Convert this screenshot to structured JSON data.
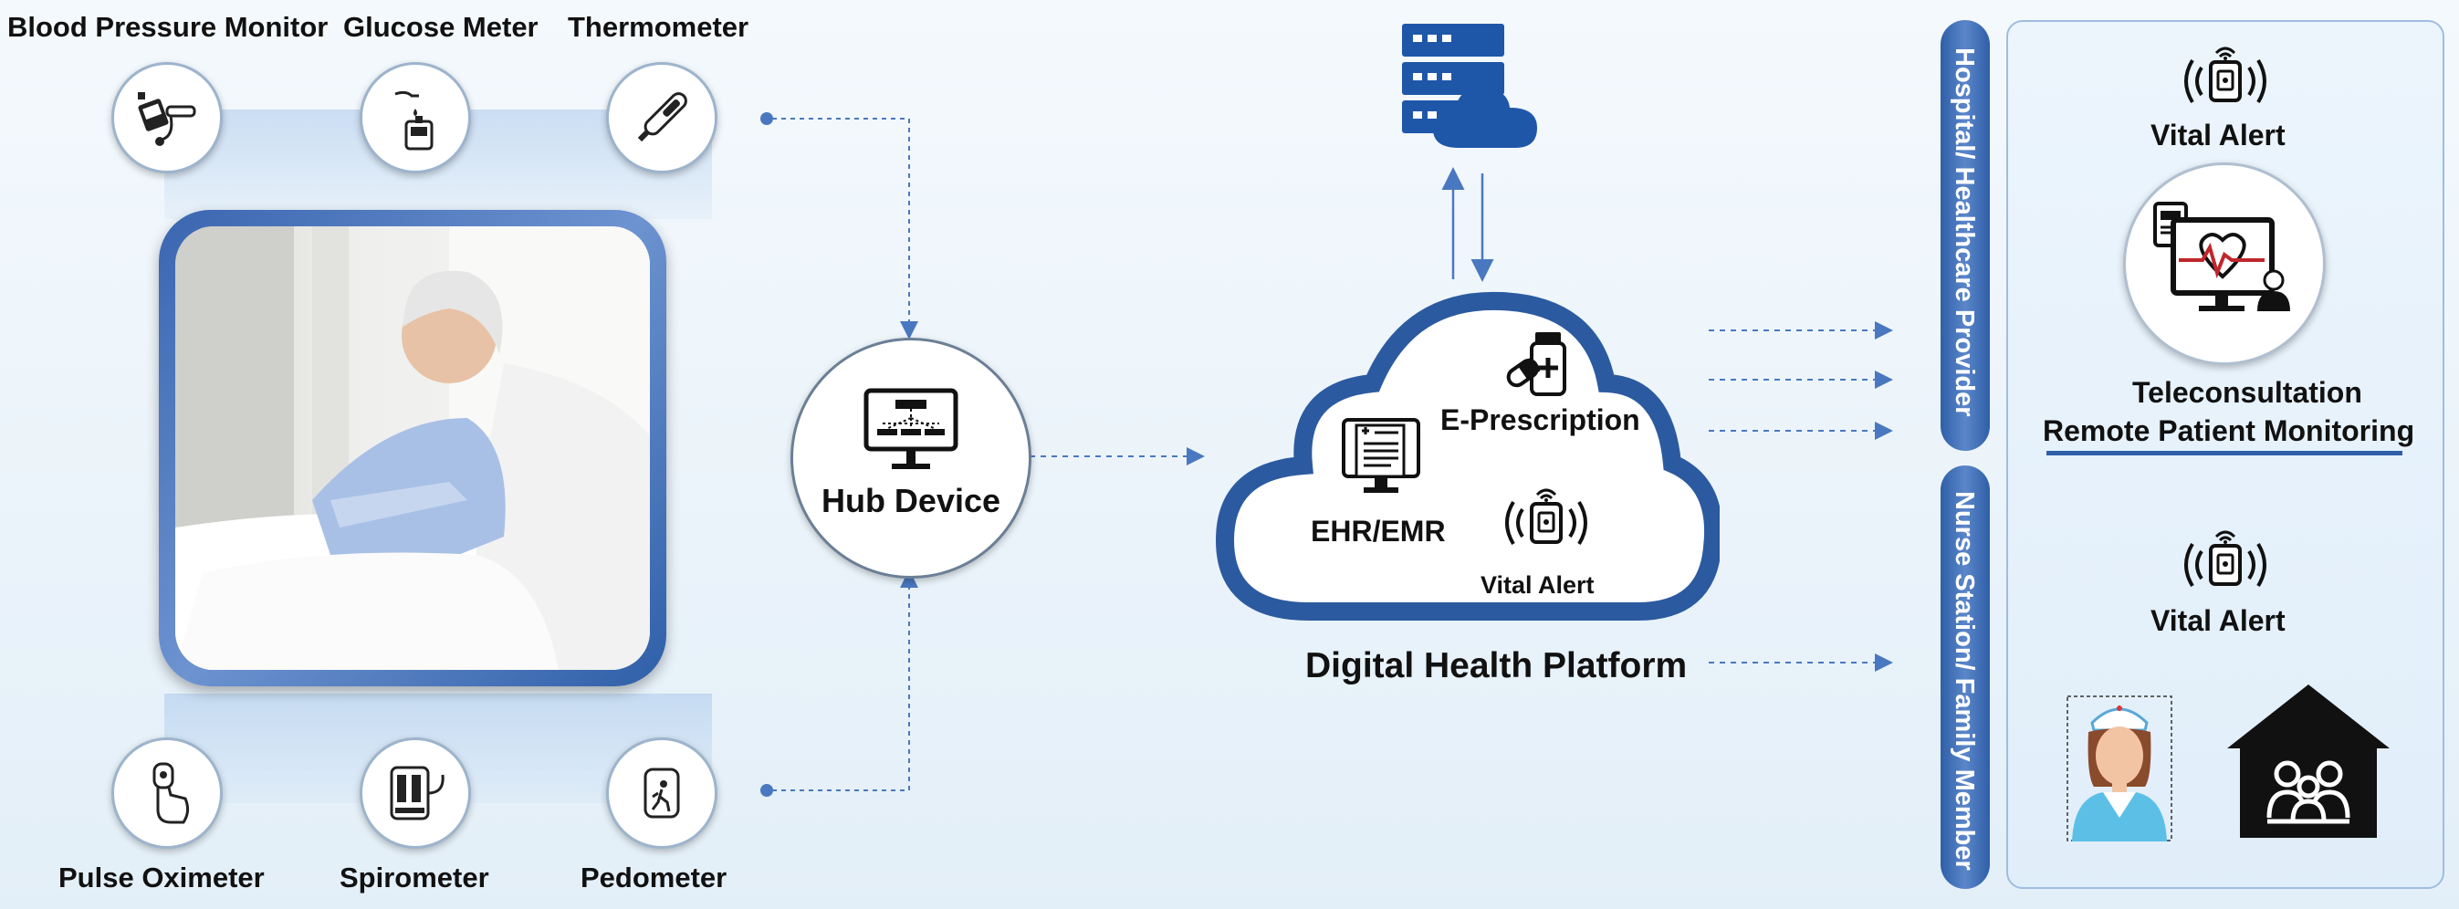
{
  "devices": {
    "blood_pressure_monitor": "Blood Pressure Monitor",
    "glucose_meter": "Glucose Meter",
    "thermometer": "Thermometer",
    "pulse_oximeter": "Pulse Oximeter",
    "spirometer": "Spirometer",
    "pedometer": "Pedometer"
  },
  "hub": {
    "label": "Hub Device"
  },
  "platform": {
    "title": "Digital Health Platform",
    "ehr": "EHR/EMR",
    "eprescription": "E-Prescription",
    "vital_alert": "Vital Alert"
  },
  "hospital": {
    "header": "Hospital/ Healthcare Provider",
    "vital_alert": "Vital Alert",
    "line1": "Teleconsultation",
    "line2": "Remote Patient Monitoring"
  },
  "nurse": {
    "header": "Nurse Station/ Family Member",
    "vital_alert": "Vital Alert"
  },
  "colors": {
    "accent": "#2f5fa8",
    "cloud_border": "#2c5aa0",
    "connector": "#4a78c0"
  }
}
